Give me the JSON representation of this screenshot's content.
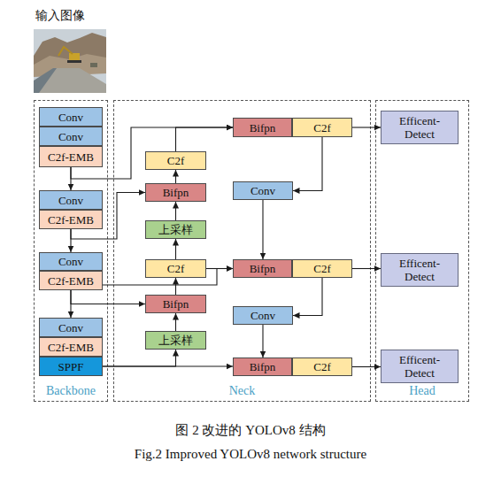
{
  "diagram": {
    "caption": "图 2 改进的 YOLOv8 结构",
    "nodes": [
      {
        "text": [
          "Backbone"
        ]
      },
      {
        "text": [
          "Conv"
        ],
        "in": 0
      },
      {
        "text": [
          "Conv"
        ],
        "in": 0
      },
      {
        "text": [
          "C2f-EMB"
        ],
        "in": 0
      },
      {
        "text": [
          "Conv"
        ],
        "in": 0
      },
      {
        "text": [
          "C2f-EMB"
        ],
        "in": 0
      },
      {
        "text": [
          "Conv"
        ],
        "in": 0
      },
      {
        "text": [
          "C2f-EMB"
        ],
        "in": 0
      },
      {
        "text": [
          "Conv"
        ],
        "in": 0
      },
      {
        "text": [
          "C2f-EMB"
        ],
        "in": 0
      },
      {
        "text": [
          "SPPF"
        ],
        "in": 0
      },
      {
        "text": [
          "Neck"
        ]
      },
      {
        "text": [
          "Bifpn"
        ],
        "in": 11
      },
      {
        "text": [
          "C2f"
        ],
        "in": 11
      },
      {
        "text": [
          "C2f"
        ],
        "in": 11
      },
      {
        "text": [
          "Bifpn"
        ],
        "in": 11
      },
      {
        "text": [
          "Conv"
        ],
        "in": 11
      },
      {
        "text": [
          "上采样"
        ],
        "in": 11
      },
      {
        "text": [
          "C2f"
        ],
        "in": 11
      },
      {
        "text": [
          "Bifpn"
        ],
        "in": 11
      },
      {
        "text": [
          "C2f"
        ],
        "in": 11
      },
      {
        "text": [
          "Bifpn"
        ],
        "in": 11
      },
      {
        "text": [
          "Conv"
        ],
        "in": 11
      },
      {
        "text": [
          "上采样"
        ],
        "in": 11
      },
      {
        "text": [
          "Bifpn"
        ],
        "in": 11
      },
      {
        "text": [
          "C2f"
        ],
        "in": 11
      },
      {
        "text": [
          "Head"
        ]
      },
      {
        "text": [
          "Efficent-Detect"
        ],
        "in": 26
      },
      {
        "text": [
          "Efficent-Detect"
        ],
        "in": 26
      },
      {
        "text": [
          "Efficent-Detect"
        ],
        "in": 26
      }
    ],
    "edges": [
      {
        "from": 3,
        "to": 4,
        "arrow": "to"
      },
      {
        "from": 5,
        "to": 6,
        "arrow": "to"
      },
      {
        "from": 7,
        "to": 8,
        "arrow": "to"
      },
      {
        "from": 3,
        "to": 12,
        "arrow": "to"
      },
      {
        "from": 5,
        "to": 15,
        "arrow": "to"
      },
      {
        "from": 7,
        "to": 19,
        "arrow": "to"
      },
      {
        "from": 7,
        "to": 21,
        "arrow": "to"
      },
      {
        "from": 10,
        "to": 24,
        "arrow": "to"
      },
      {
        "from": 10,
        "to": 23,
        "arrow": "to"
      },
      {
        "from": 23,
        "to": 21,
        "arrow": "to"
      },
      {
        "from": 21,
        "to": 18,
        "arrow": "to"
      },
      {
        "from": 18,
        "to": 19,
        "arrow": "to"
      },
      {
        "from": 18,
        "to": 17,
        "arrow": "to"
      },
      {
        "from": 17,
        "to": 15,
        "arrow": "to"
      },
      {
        "from": 15,
        "to": 14,
        "arrow": "to"
      },
      {
        "from": 14,
        "to": 12,
        "arrow": "to"
      },
      {
        "from": 13,
        "to": 27,
        "arrow": "to"
      },
      {
        "from": 13,
        "to": 16,
        "arrow": "to"
      },
      {
        "from": 16,
        "to": 19,
        "arrow": "to"
      },
      {
        "from": 20,
        "to": 28,
        "arrow": "to"
      },
      {
        "from": 20,
        "to": 22,
        "arrow": "to"
      },
      {
        "from": 22,
        "to": 24,
        "arrow": "to"
      },
      {
        "from": 25,
        "to": 29,
        "arrow": "to"
      }
    ],
    "labels": [
      "输入图像",
      "Fig.2 Improved YOLOv8 network structure"
    ]
  }
}
